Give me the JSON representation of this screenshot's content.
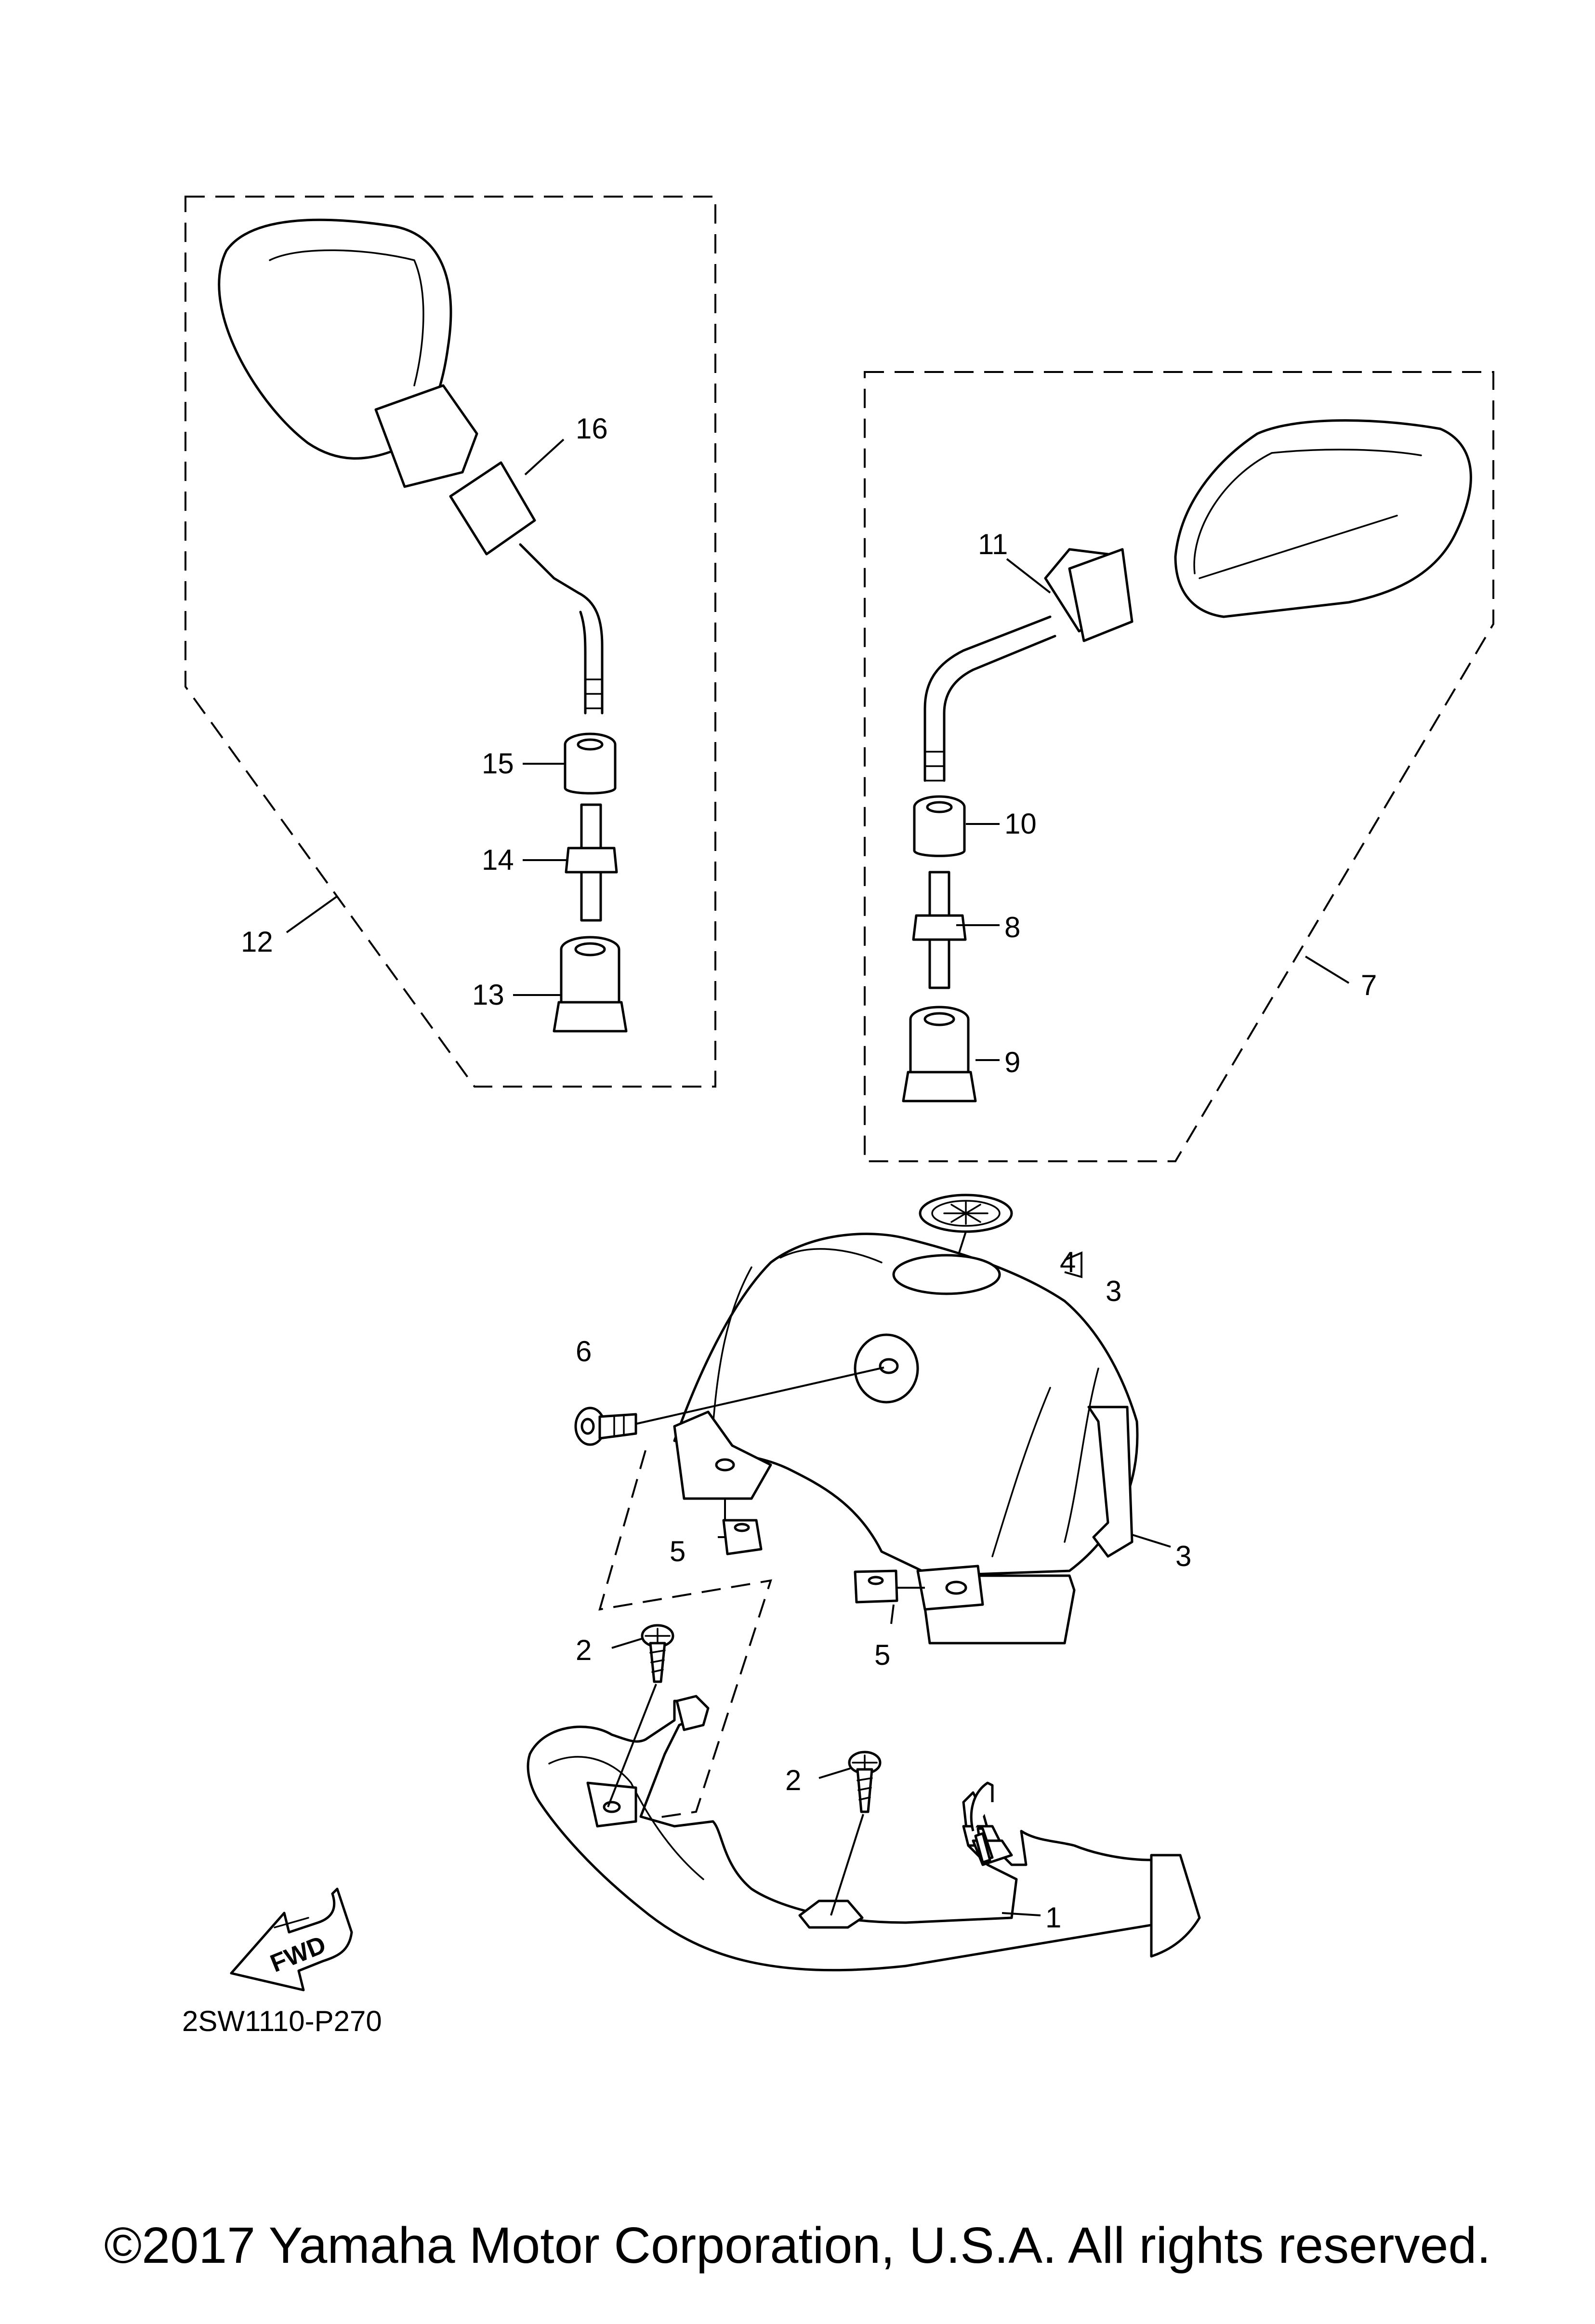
{
  "diagram": {
    "code": "2SW1110-P270",
    "fwd_label": "FWD",
    "copyright": "©2017 Yamaha Motor Corporation, U.S.A. All rights reserved.",
    "callouts": [
      "1",
      "2",
      "2",
      "3",
      "3",
      "4",
      "5",
      "5",
      "6",
      "7",
      "8",
      "9",
      "10",
      "11",
      "12",
      "13",
      "14",
      "15",
      "16"
    ]
  }
}
